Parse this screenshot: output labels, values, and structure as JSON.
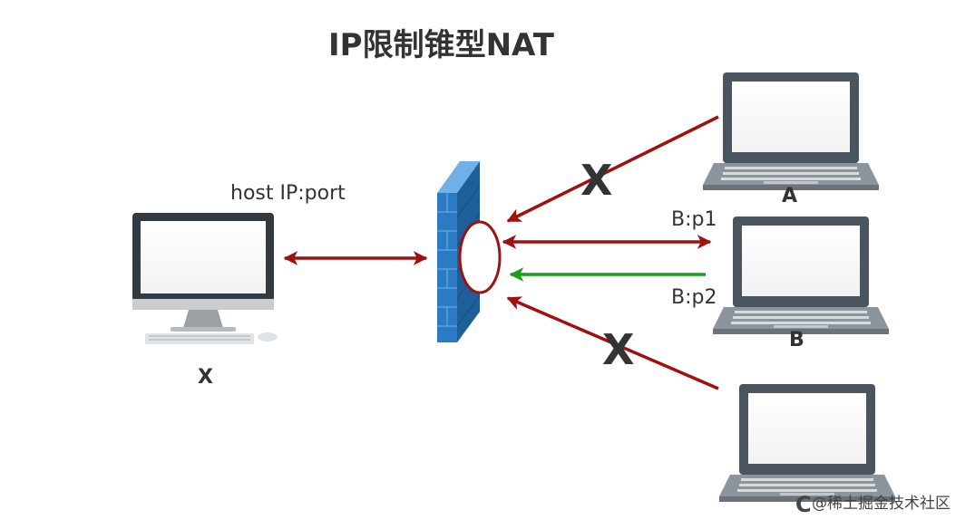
{
  "title": "IP限制锥型NAT",
  "host_label": "host IP:port",
  "nodes": {
    "x": "X",
    "a": "A",
    "b": "B"
  },
  "port_labels": {
    "p1": "B:p1",
    "p2": "B:p2"
  },
  "blocked_marks": [
    "X",
    "X"
  ],
  "watermark": {
    "logo": "C",
    "text": "@稀土掘金技术社区"
  },
  "colors": {
    "arrow_red": "#a01010",
    "arrow_green": "#1a9e1a",
    "firewall_blue": "#2a7bc4",
    "nat_ellipse": "#a01010"
  },
  "icons": [
    "desktop-monitor-icon",
    "firewall-icon",
    "laptop-icon"
  ]
}
